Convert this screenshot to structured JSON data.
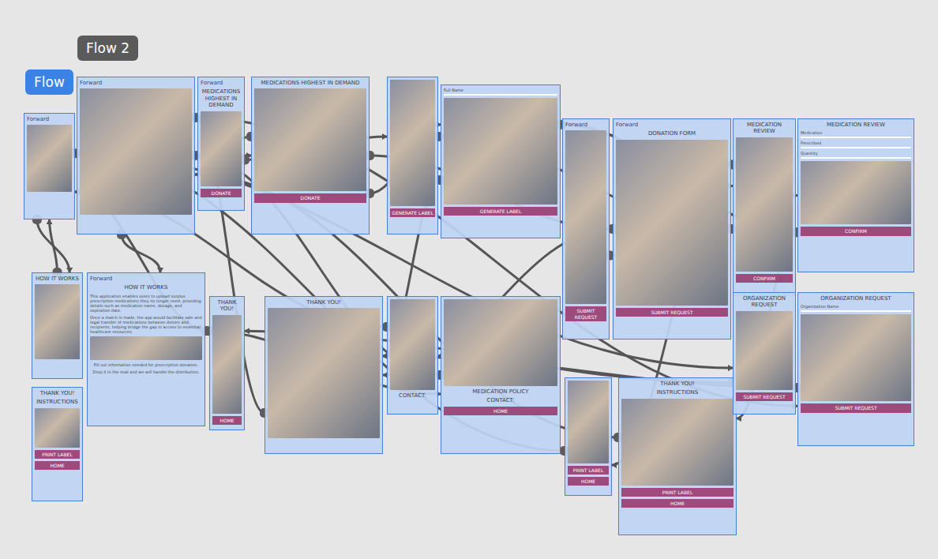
{
  "diagram": {
    "nodes": [
      {
        "text": [
          "Forward"
        ]
      },
      {
        "text": [
          "Forward"
        ]
      },
      {
        "text": [
          "Forward",
          "MEDICATIONS HIGHEST IN DEMAND",
          "DONATE"
        ]
      },
      {
        "text": [
          "MEDICATIONS HIGHEST IN DEMAND",
          "DONATE"
        ]
      },
      {
        "text": [
          "GENERATE LABEL"
        ]
      },
      {
        "text": [
          "Full Name",
          "GENERATE LABEL"
        ]
      },
      {
        "text": [
          "Forward",
          "SUBMIT REQUEST"
        ]
      },
      {
        "text": [
          "Forward",
          "DONATION FORM",
          "SUBMIT REQUEST"
        ]
      },
      {
        "text": [
          "MEDICATION REVIEW",
          "CONFIRM"
        ]
      },
      {
        "text": [
          "MEDICATION REVIEW",
          "Medication",
          "Prescribed",
          "Quantity",
          "CONFIRM"
        ]
      },
      {
        "text": [
          "HOW IT WORKS"
        ]
      },
      {
        "text": [
          "Forward",
          "HOW IT WORKS",
          "This application enables users to upload surplus prescription medications they no longer need, providing details such as medication name, dosage, and expiration date.",
          "Once a match is made, the app would facilitate safe and legal transfer of medications between donors and recipients, helping bridge the gap in access to essential healthcare resources.",
          "Fill out information needed for prescription donation.",
          "Drop it in the mail and we will handle the distribution."
        ]
      },
      {
        "text": [
          "THANK YOU!",
          "HOME"
        ]
      },
      {
        "text": [
          "THANK YOU!"
        ]
      },
      {
        "text": [
          "CONTACT:"
        ]
      },
      {
        "text": [
          "MEDICATION POLICY",
          "CONTACT:",
          "HOME"
        ]
      },
      {
        "text": [
          "PRINT LABEL",
          "HOME"
        ]
      },
      {
        "text": [
          "THANK YOU!",
          "INSTRUCTIONS",
          "PRINT LABEL",
          "HOME"
        ]
      },
      {
        "text": [
          "ORGANIZATION REQUEST",
          "SUBMIT REQUEST"
        ]
      },
      {
        "text": [
          "ORGANIZATION REQUEST",
          "Organization Name",
          "SUBMIT REQUEST"
        ]
      },
      {
        "text": [
          "THANK YOU!",
          "INSTRUCTIONS",
          "PRINT LABEL",
          "HOME"
        ]
      }
    ],
    "edges": [
      {
        "from": 0,
        "to": 10,
        "arrow": "to"
      },
      {
        "from": 1,
        "to": 11,
        "arrow": "to"
      },
      {
        "from": 1,
        "to": 3,
        "arrow": "to"
      },
      {
        "from": 2,
        "to": 4,
        "arrow": "to"
      },
      {
        "from": 3,
        "to": 5,
        "arrow": "to"
      },
      {
        "from": 5,
        "to": 9,
        "arrow": "to"
      },
      {
        "from": 4,
        "to": 8,
        "arrow": "to"
      },
      {
        "from": 7,
        "to": 9,
        "arrow": "to"
      },
      {
        "from": 6,
        "to": 8,
        "arrow": "to"
      },
      {
        "from": 9,
        "to": 17,
        "arrow": "to"
      },
      {
        "from": 8,
        "to": 16,
        "arrow": "to"
      },
      {
        "from": 11,
        "to": 15,
        "arrow": "to"
      },
      {
        "from": 3,
        "to": 7,
        "arrow": "to"
      },
      {
        "from": 5,
        "to": 13,
        "arrow": "to"
      },
      {
        "from": 13,
        "to": 1,
        "arrow": "to"
      },
      {
        "from": 12,
        "to": 0,
        "arrow": "to"
      },
      {
        "from": 17,
        "to": 1,
        "arrow": "to"
      },
      {
        "from": 15,
        "to": 1,
        "arrow": "to"
      },
      {
        "from": 19,
        "to": 13,
        "arrow": "to"
      },
      {
        "from": 18,
        "to": 12,
        "arrow": "to"
      },
      {
        "from": 1,
        "to": 19,
        "arrow": "to"
      },
      {
        "from": 0,
        "to": 18,
        "arrow": "to"
      },
      {
        "from": 10,
        "to": 0,
        "arrow": "to"
      },
      {
        "from": 16,
        "to": 0,
        "arrow": "to"
      },
      {
        "from": 9,
        "to": 5,
        "arrow": "to"
      },
      {
        "from": 14,
        "to": 0,
        "arrow": "to"
      },
      {
        "from": 3,
        "to": 1,
        "arrow": "to"
      },
      {
        "from": 7,
        "to": 13,
        "arrow": "to"
      }
    ],
    "labels": [
      "Flow 2",
      "Flow"
    ]
  }
}
